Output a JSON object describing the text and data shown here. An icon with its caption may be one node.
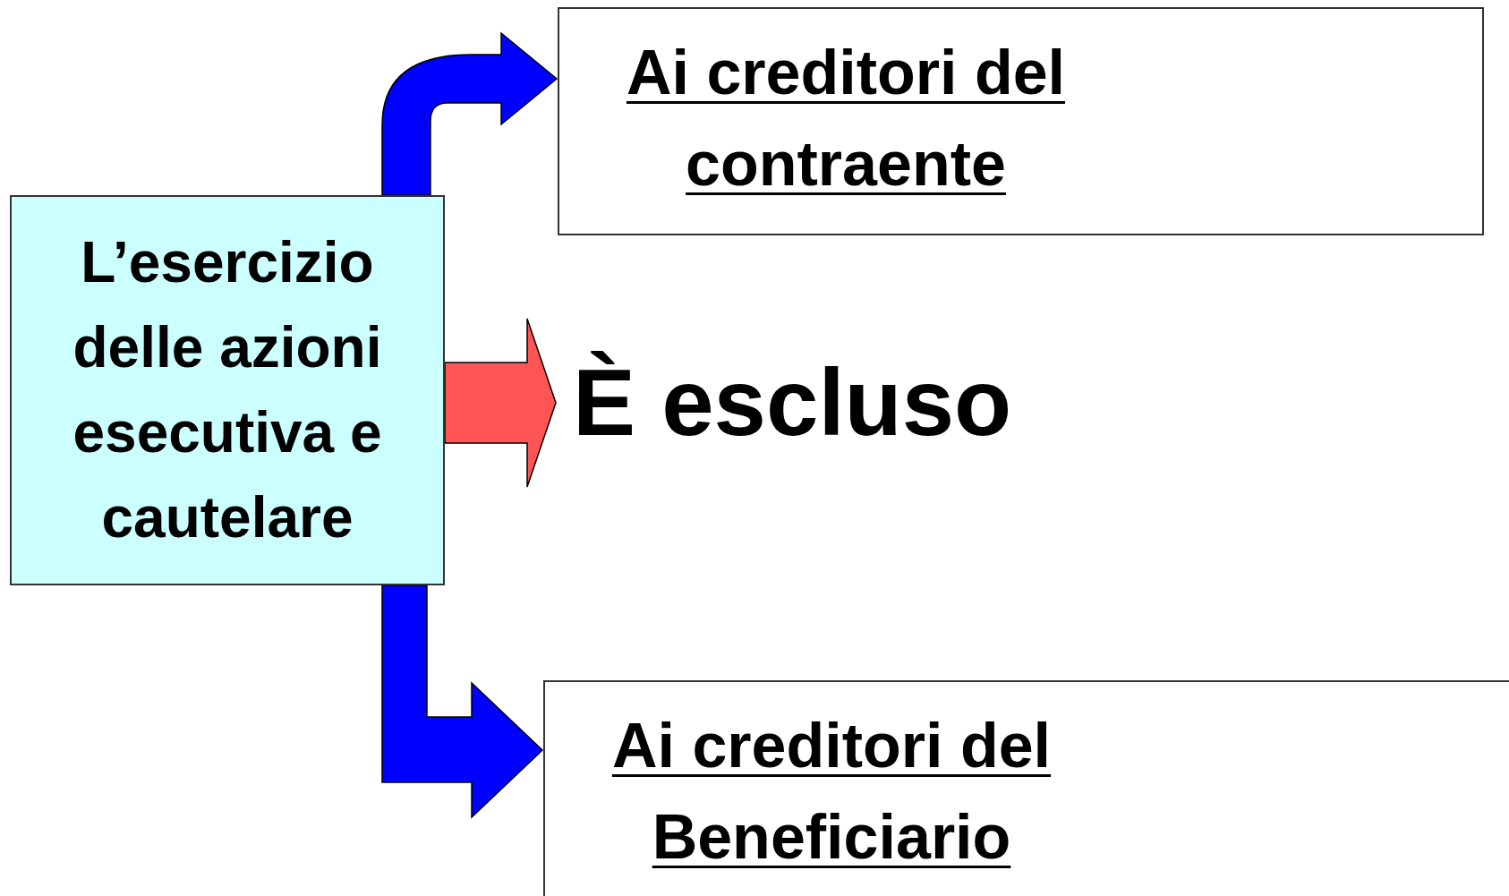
{
  "diagram": {
    "nodes": [
      {
        "text": [
          "L’esercizio delle azioni esecutiva e cautelare"
        ]
      },
      {
        "text": [
          "Ai creditori del contraente"
        ]
      },
      {
        "text": [
          "È escluso"
        ]
      },
      {
        "text": [
          "Ai creditori del Beneficiario"
        ]
      }
    ],
    "edges": [
      {
        "from": 0,
        "to": 1,
        "arrow": "to"
      },
      {
        "from": 0,
        "to": 2,
        "arrow": "to",
        "color": "#ff5555"
      },
      {
        "from": 0,
        "to": 3,
        "arrow": "to"
      }
    ]
  }
}
